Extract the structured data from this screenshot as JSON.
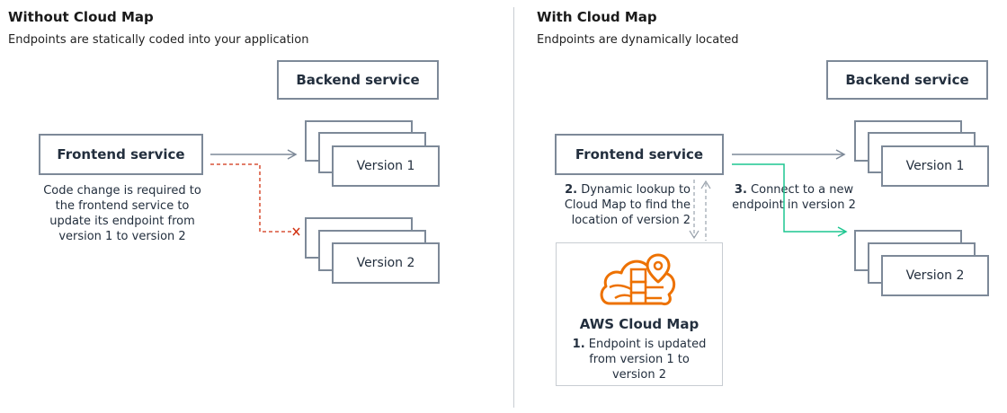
{
  "left": {
    "title": "Without Cloud Map",
    "subtitle": "Endpoints are statically coded into your application",
    "backend_label": "Backend service",
    "frontend_label": "Frontend service",
    "version1_label": "Version 1",
    "version2_label": "Version 2",
    "caption_lines": [
      "Code change is required to",
      "the frontend service to",
      "update its endpoint from",
      "version 1 to version 2"
    ]
  },
  "right": {
    "title": "With Cloud Map",
    "subtitle": "Endpoints are dynamically located",
    "backend_label": "Backend service",
    "frontend_label": "Frontend service",
    "version1_label": "Version 1",
    "version2_label": "Version 2",
    "step2_number": "2.",
    "step2_lines": [
      " Dynamic lookup to",
      "Cloud Map to find the",
      "location of version 2"
    ],
    "step3_number": "3.",
    "step3_lines": [
      " Connect to a new",
      "endpoint in version 2"
    ],
    "cloudmap_title": "AWS Cloud Map",
    "step1_number": "1.",
    "step1_lines": [
      " Endpoint is updated",
      "from version 1 to",
      "version 2"
    ]
  },
  "icons": {
    "cloudmap": "cloud-map-icon",
    "left_arrow": "arrow-right-icon",
    "broken_link": "x-mark-icon"
  },
  "colors": {
    "outline": "#7d8998",
    "dashed_red": "#d13212",
    "connect_green": "#1dc690",
    "icon_orange": "#ed7100",
    "divider": "#c8cdd2"
  }
}
